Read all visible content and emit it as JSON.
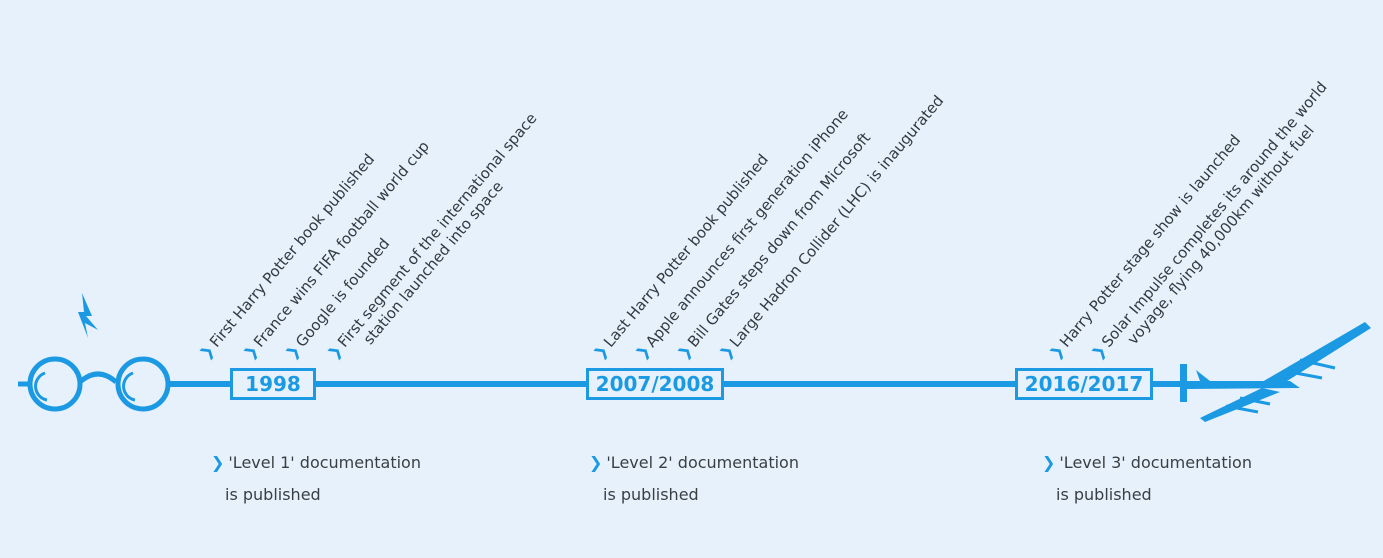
{
  "colors": {
    "accent": "#1b9ae3",
    "background": "#e6f1fb",
    "text": "#333a40"
  },
  "icons": {
    "start": "glasses-with-lightning-icon",
    "end": "solar-plane-icon"
  },
  "milestones": [
    {
      "year": "1998",
      "events": [
        {
          "text": "First Harry Potter book published"
        },
        {
          "text": "France wins FIFA football world cup"
        },
        {
          "text": "Google is founded"
        },
        {
          "text": "First segment of the international space",
          "text2": "station launched into space"
        }
      ],
      "doc_line1": "'Level 1' documentation",
      "doc_line2": "is published"
    },
    {
      "year": "2007/2008",
      "events": [
        {
          "text": "Last Harry Potter book published"
        },
        {
          "text": "Apple announces first generation iPhone"
        },
        {
          "text": "Bill Gates steps down from Microsoft"
        },
        {
          "text": "Large Hadron Collider (LHC) is inaugurated"
        }
      ],
      "doc_line1": "'Level 2' documentation",
      "doc_line2": "is published"
    },
    {
      "year": "2016/2017",
      "events": [
        {
          "text": "Harry Potter stage show is launched"
        },
        {
          "text": "Solar Impulse completes its around the world",
          "text2": "voyage, flying 40,000km without fuel"
        }
      ],
      "doc_line1": "'Level 3' documentation",
      "doc_line2": "is published"
    }
  ]
}
